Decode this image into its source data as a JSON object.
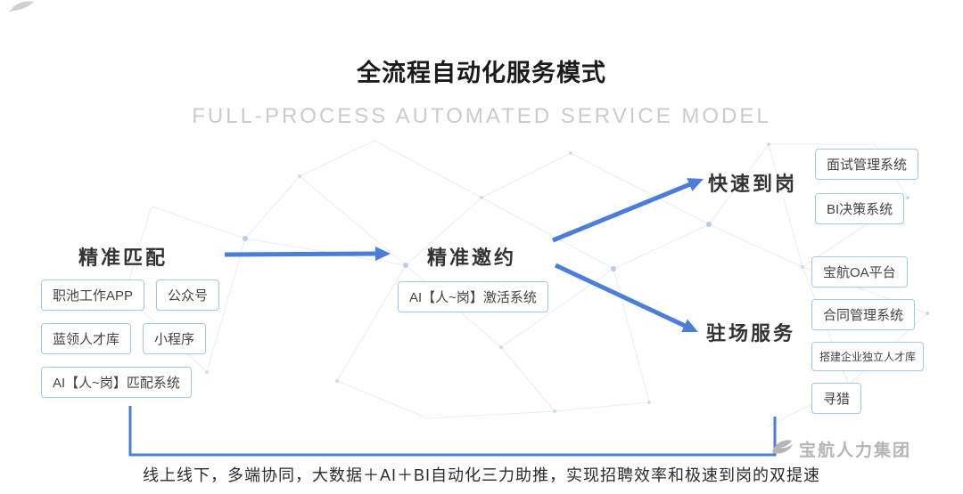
{
  "header": {
    "title": "全流程自动化服务模式",
    "subtitle": "FULL-PROCESS AUTOMATED SERVICE MODEL"
  },
  "flow": {
    "match": {
      "heading": "精准匹配",
      "tags": [
        "职池工作APP",
        "公众号",
        "蓝领人才库",
        "小程序",
        "AI【人~岗】匹配系统"
      ]
    },
    "invite": {
      "heading": "精准邀约",
      "tags": [
        "AI【人~岗】激活系统"
      ]
    },
    "fast": {
      "heading": "快速到岗",
      "tags": [
        "面试管理系统",
        "BI决策系统"
      ]
    },
    "onsite": {
      "heading": "驻场服务",
      "tags": [
        "宝航OA平台",
        "合同管理系统",
        "搭建企业独立人才库",
        "寻猎"
      ]
    }
  },
  "footer": {
    "summary": "线上线下，多端协同，大数据＋AI＋BI自动化三力助推，实现招聘效率和极速到岗的双提速",
    "watermark": "宝航人力集团"
  },
  "colors": {
    "accent": "#4a7ed8",
    "tag_border": "#a9c7e8",
    "subtitle_gray": "#cbcbcb",
    "watermark_gray": "#b5b5b5"
  }
}
